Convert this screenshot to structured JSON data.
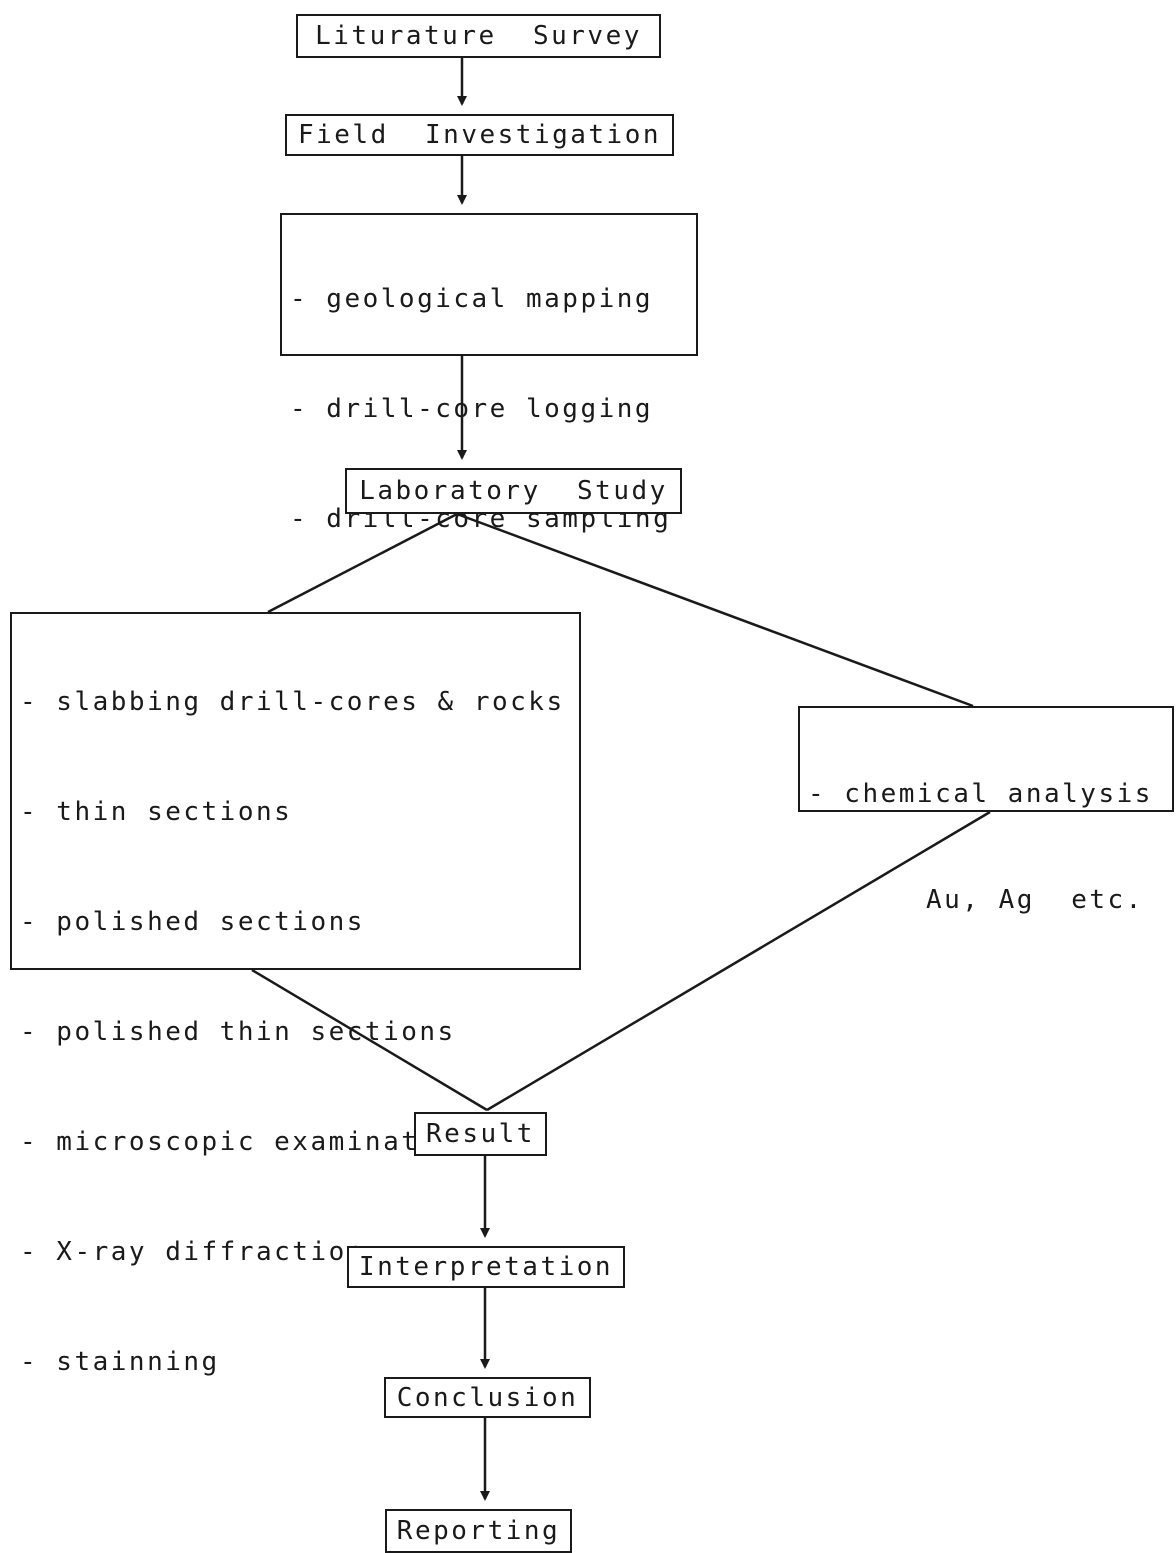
{
  "diagram": {
    "nodes": {
      "literature_survey": "Liturature  Survey",
      "field_investigation": "Field  Investigation",
      "field_tasks": [
        "- geological mapping",
        "- drill-core logging",
        "- drill-core sampling"
      ],
      "laboratory_study": "Laboratory  Study",
      "lab_tasks": [
        "- slabbing drill-cores & rocks",
        "- thin sections",
        "- polished sections",
        "- polished thin sections",
        "- microscopic examination",
        "- X-ray diffraction",
        "- stainning"
      ],
      "chemical_analysis": [
        "- chemical analysis",
        "Au, Ag  etc."
      ],
      "result": "Result",
      "interpretation": "Interpretation",
      "conclusion": "Conclusion",
      "reporting": "Reporting"
    }
  }
}
